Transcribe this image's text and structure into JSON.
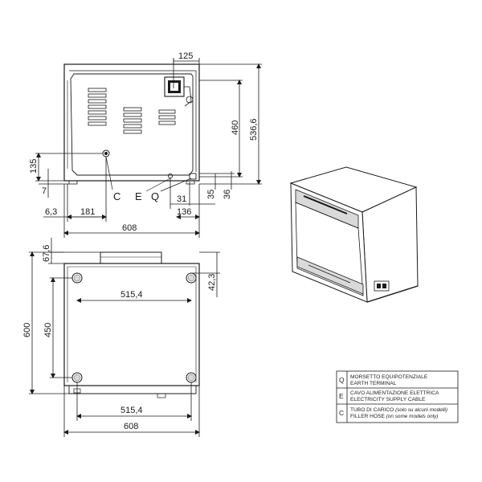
{
  "rear_view": {
    "dims": {
      "top_width": "125",
      "inner_height": "460",
      "total_height": "536,6",
      "left_height": "135",
      "bottom_gap": "7",
      "right_35": "35",
      "right_36": "36",
      "offset_31": "31",
      "offset_136": "136",
      "offset_63": "6,3",
      "offset_181": "181",
      "total_width": "608"
    },
    "connection_labels": [
      "C",
      "E",
      "Q"
    ]
  },
  "top_view": {
    "dims": {
      "depth_top": "67,6",
      "right_42": "42,3",
      "foot_span_top": "515,4",
      "total_depth": "600",
      "foot_depth": "450",
      "foot_span_bottom": "515,4",
      "total_width": "608"
    }
  },
  "legend": [
    {
      "code": "Q",
      "lines": [
        "MORSETTO EQUIPOTENZIALE",
        "EARTH TERMINAL"
      ],
      "italic": ""
    },
    {
      "code": "E",
      "lines": [
        "CAVO ALIMENTAZIONE ELETTRICA",
        "ELECTRICITY SUPPLY CABLE"
      ],
      "italic": ""
    },
    {
      "code": "C",
      "lines": [
        "TUBO DI CARICO",
        "FILLER HOSE"
      ],
      "italic_line1": "(solo su alcuni modelli)",
      "italic_line2": "(on some models only)"
    }
  ],
  "colors": {
    "line": "#1a1a1a",
    "light_line": "#555555",
    "shade": "#d9d9d9"
  }
}
